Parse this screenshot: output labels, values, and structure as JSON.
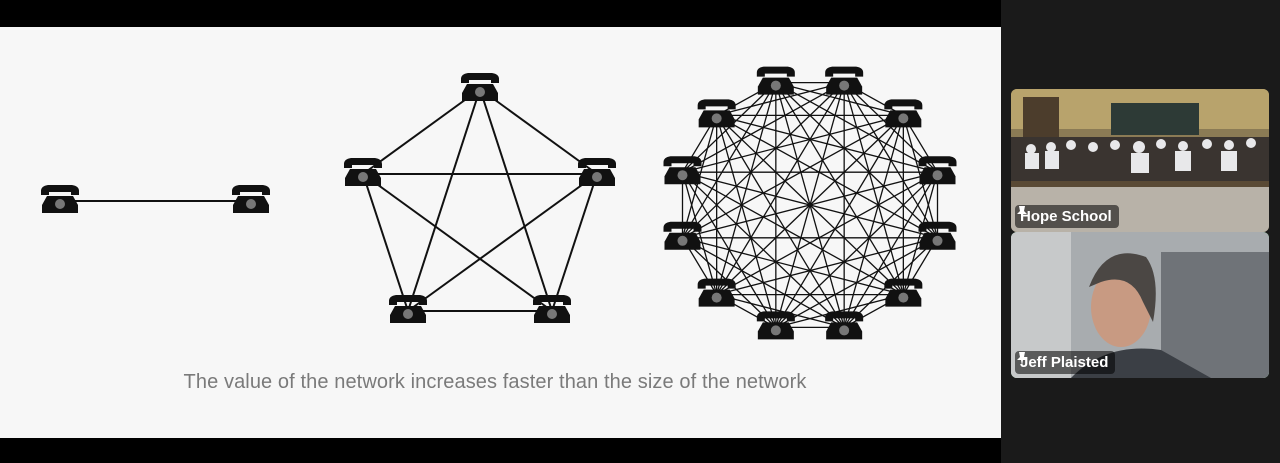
{
  "slide": {
    "caption": "The value of the network increases faster than the size of the network",
    "diagrams": [
      {
        "name": "two-phone-network",
        "phones": 2
      },
      {
        "name": "five-phone-network",
        "phones": 5
      },
      {
        "name": "twelve-phone-network",
        "phones": 12
      }
    ],
    "line_color": "#111111",
    "phone_color": "#111111"
  },
  "participants": [
    {
      "name": "Hope School",
      "pinned": true,
      "active_speaker": false
    },
    {
      "name": "Jeff Plaisted",
      "pinned": true,
      "active_speaker": true
    }
  ],
  "colors": {
    "active_speaker_border": "#3fcf5a",
    "slide_background": "#f7f7f7"
  }
}
